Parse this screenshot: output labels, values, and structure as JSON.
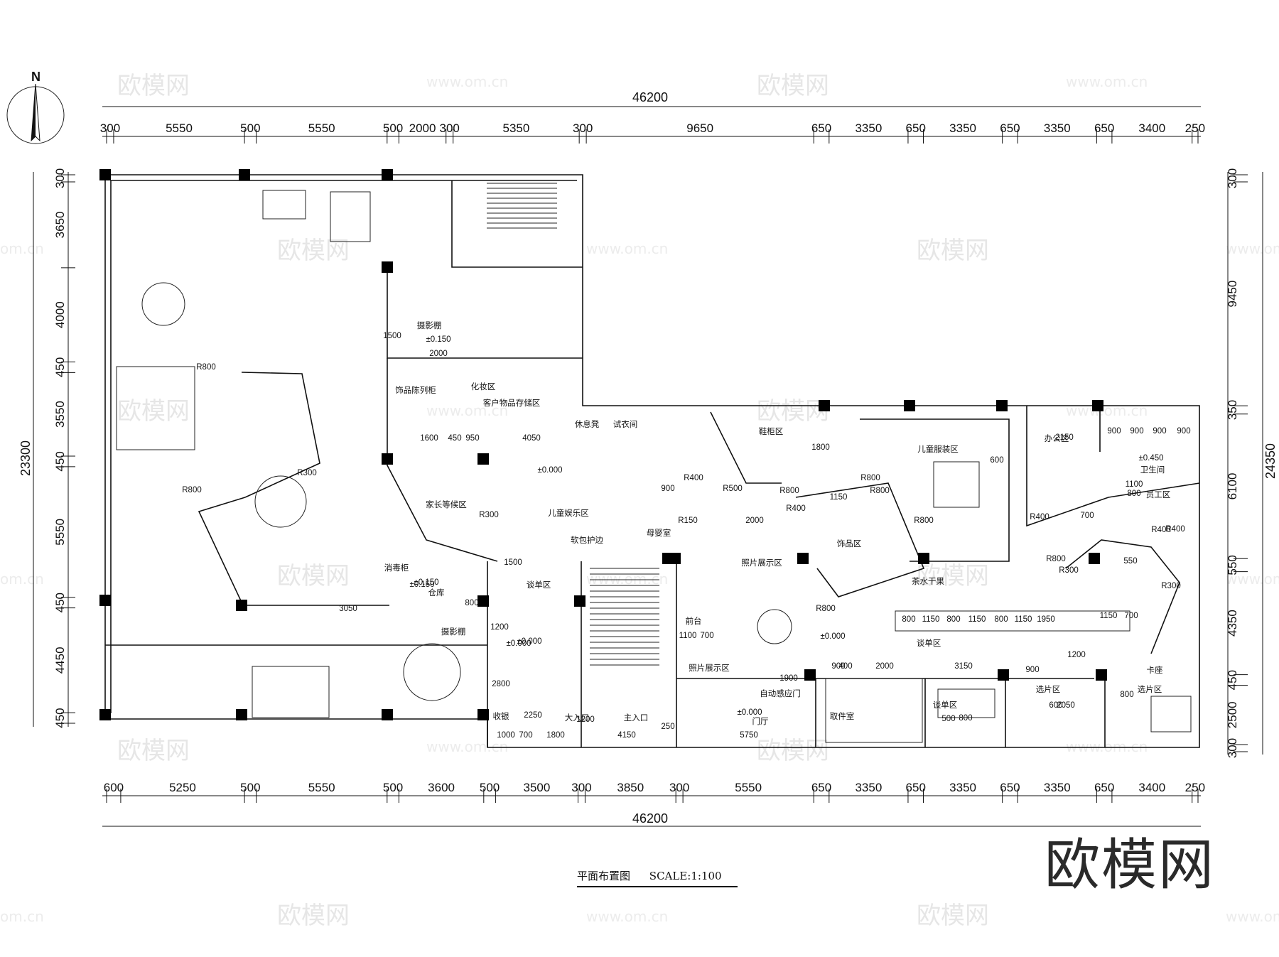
{
  "north_label": "N",
  "total_top": "46200",
  "total_bottom": "46200",
  "total_left": "23300",
  "total_right": "24350",
  "dims_top": [
    "300",
    "5550",
    "500",
    "5550",
    "500",
    "2000",
    "300",
    "5350",
    "300",
    "9650",
    "650",
    "3350",
    "650",
    "3350",
    "650",
    "3350",
    "650",
    "3400",
    "250"
  ],
  "dims_bottom": [
    "600",
    "5250",
    "500",
    "5550",
    "500",
    "3600",
    "500",
    "3500",
    "300",
    "3850",
    "300",
    "5550",
    "650",
    "3350",
    "650",
    "3350",
    "650",
    "3350",
    "650",
    "3400",
    "250"
  ],
  "dims_left": [
    "300",
    "3650",
    "4000",
    "450",
    "3550",
    "450",
    "5550",
    "450",
    "4450",
    "450"
  ],
  "dims_right": [
    "300",
    "9450",
    "350",
    "6100",
    "550",
    "4350",
    "450",
    "2500",
    "300"
  ],
  "rooms": [
    "摄影棚",
    "饰品陈列柜",
    "化妆区",
    "客户物品存储区",
    "休息凳",
    "试衣间",
    "鞋柜区",
    "儿童服装区",
    "办公区",
    "卫生间",
    "员工区",
    "家长等候区",
    "儿童娱乐区",
    "软包护边",
    "母婴室",
    "饰品区",
    "照片展示区",
    "茶水干果",
    "消毒柜",
    "仓库",
    "谈单区",
    "摄影棚",
    "前台",
    "照片展示区",
    "自动感应门",
    "卡座",
    "谈单区",
    "收银",
    "大入口",
    "主入口",
    "门厅",
    "取件室",
    "谈单区",
    "选片区",
    "选片区"
  ],
  "inner_labels": [
    "±0.150",
    "2000",
    "1500",
    "1600",
    "450",
    "950",
    "4050",
    "1800",
    "900",
    "R400",
    "R800",
    "R500",
    "2000",
    "R300",
    "R800",
    "R300",
    "R800",
    "1500",
    "3050",
    "±0.150",
    "800",
    "1200",
    "±0.000",
    "2800",
    "2250",
    "1000",
    "700",
    "1800",
    "1200",
    "4150",
    "250",
    "5750",
    "±0.000",
    "1100",
    "700",
    "1900",
    "900",
    "400",
    "2000",
    "3150",
    "500",
    "800",
    "900",
    "2050",
    "600",
    "800",
    "R800",
    "R400",
    "R800",
    "R400",
    "R800",
    "1150",
    "800",
    "1150",
    "800",
    "1150",
    "800",
    "1150",
    "1950",
    "700",
    "1150",
    "R300",
    "1200",
    "600",
    "2150",
    "1100",
    "800",
    "±0.450",
    "900",
    "900",
    "900",
    "900",
    "R400",
    "550",
    "700",
    "±0.000",
    "±0.000",
    "±0.150",
    "±0.000",
    "R150",
    "R800",
    "R800",
    "R300",
    "R400"
  ],
  "caption": {
    "title": "平面布置图",
    "scale": "SCALE:1:100"
  },
  "brand": "欧模网",
  "watermarks": [
    "欧模网",
    "www.om.cn",
    "om.cn"
  ]
}
